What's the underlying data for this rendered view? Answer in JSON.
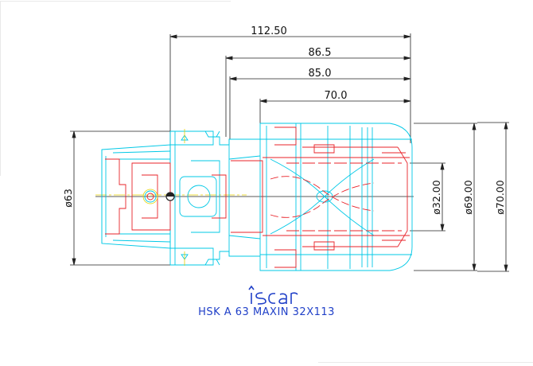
{
  "dimensions": {
    "d112": "112.50",
    "d86": "86.5",
    "d85": "85.0",
    "d70": "70.0",
    "dia63": "ø63",
    "dia32": "ø32.00",
    "dia69": "ø69.00",
    "dia70": "ø70.00"
  },
  "logo": {
    "text": "iscar"
  },
  "caption": "HSK A 63 MAXIN 32X113",
  "colors": {
    "outline": "#00c8e6",
    "hidden": "#e8232a",
    "center": "#e6d200",
    "dimension": "#222222",
    "caption": "#2040c8",
    "logo": "#2040c8"
  }
}
